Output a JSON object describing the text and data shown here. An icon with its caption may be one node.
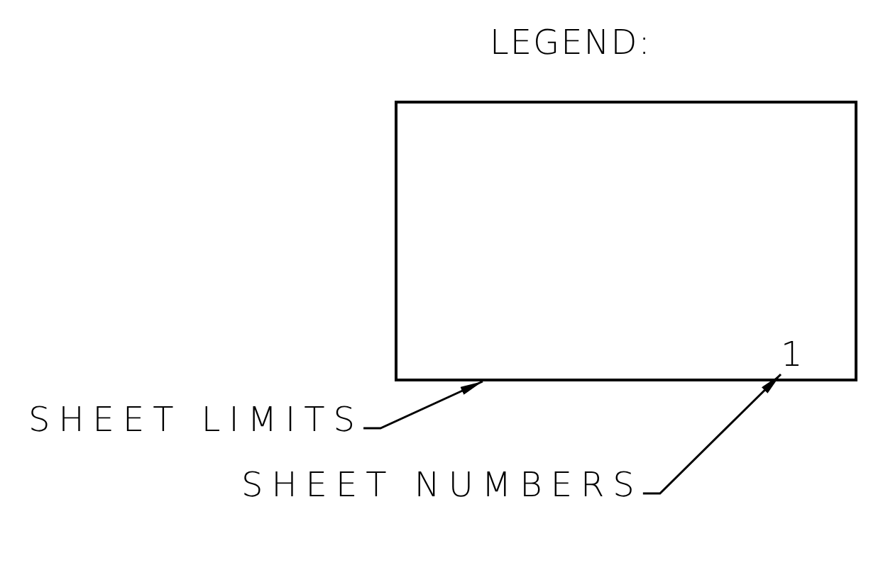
{
  "diagram": {
    "title": "LEGEND:",
    "nodes": [
      {
        "text": [],
        "shape": "box"
      },
      {
        "text": [
          "1"
        ],
        "in": 0
      },
      {
        "text": [
          "SHEET LIMITS"
        ]
      },
      {
        "text": [
          "SHEET NUMBERS"
        ]
      }
    ],
    "edges": [
      {
        "from": 2,
        "to": 0,
        "arrow": "to"
      },
      {
        "from": 3,
        "to": 1,
        "arrow": "to"
      }
    ]
  }
}
